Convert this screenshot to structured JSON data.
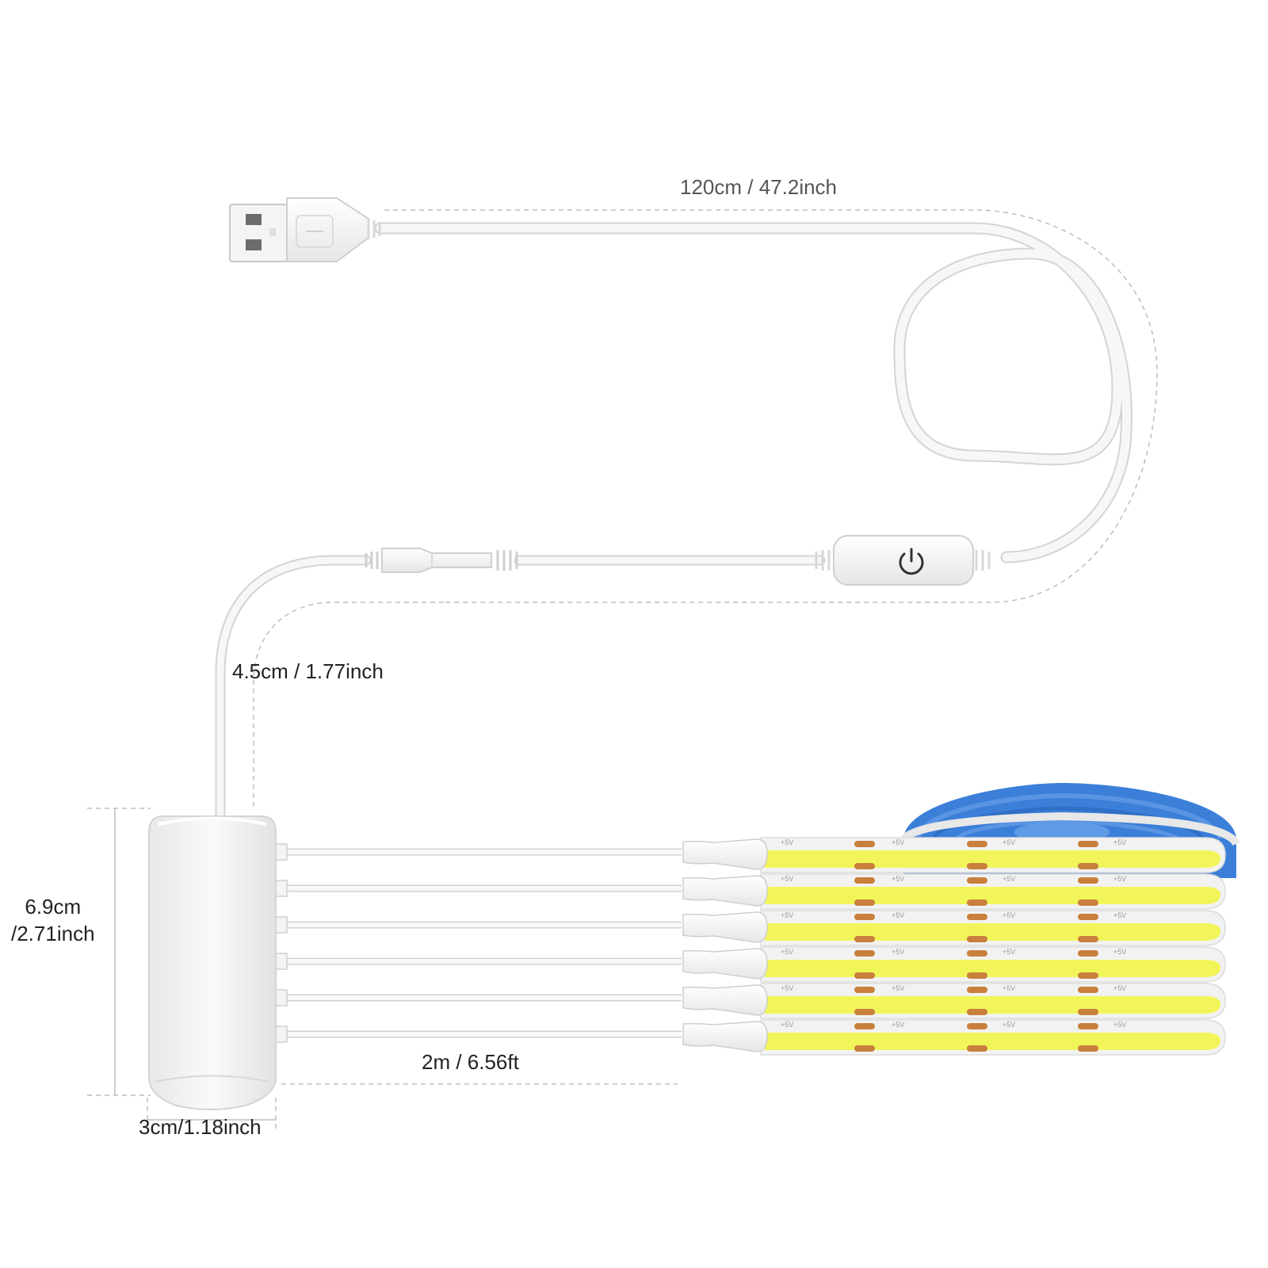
{
  "dimensions": {
    "usb_cable_length": "120cm / 47.2inch",
    "splitter_cable_length": "4.5cm / 1.77inch",
    "strip_length": "2m / 6.56ft",
    "splitter_width": "3cm/1.18inch",
    "splitter_height_line1": "6.9cm",
    "splitter_height_line2": "/2.71inch"
  },
  "strip_marking": "+5V",
  "strip_count": 6,
  "icons": [
    "usb-plug-icon",
    "touch-switch-icon",
    "power-icon",
    "dc-connector-icon",
    "splitter-box-icon",
    "led-reel-icon"
  ],
  "colors": {
    "cable": "#f2f2f2",
    "led_yellow": "#f2f55a",
    "reel_blue": "#3b7fd9",
    "copper_pad": "#c8803c",
    "dimension_line": "#b0b0b0"
  }
}
